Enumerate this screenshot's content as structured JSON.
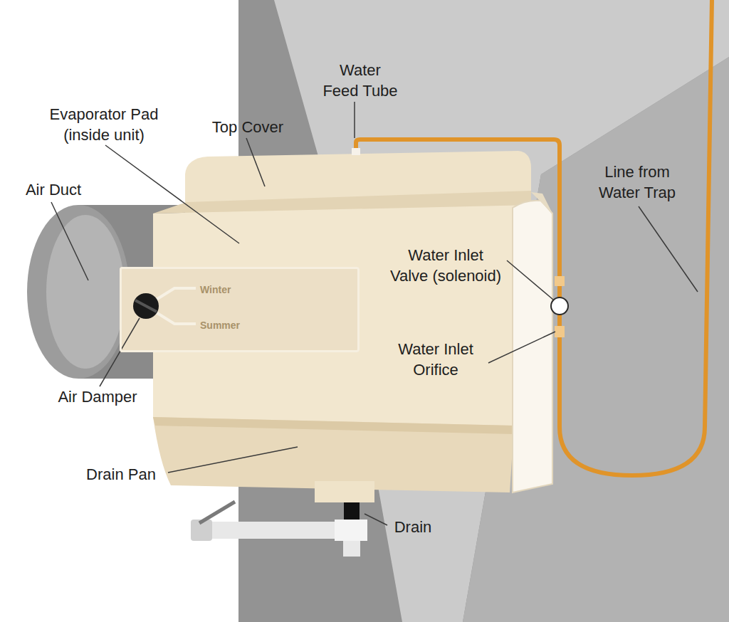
{
  "diagram": {
    "nodes": [
      {
        "text": [
          "Winter",
          "Summer"
        ]
      }
    ],
    "labels": [
      "Water Feed Tube",
      "Evaporator Pad (inside unit)",
      "Top Cover",
      "Air Duct",
      "Line from Water Trap",
      "Water Inlet Valve (solenoid)",
      "Water Inlet Orifice",
      "Air Damper",
      "Drain Pan",
      "Drain"
    ]
  }
}
